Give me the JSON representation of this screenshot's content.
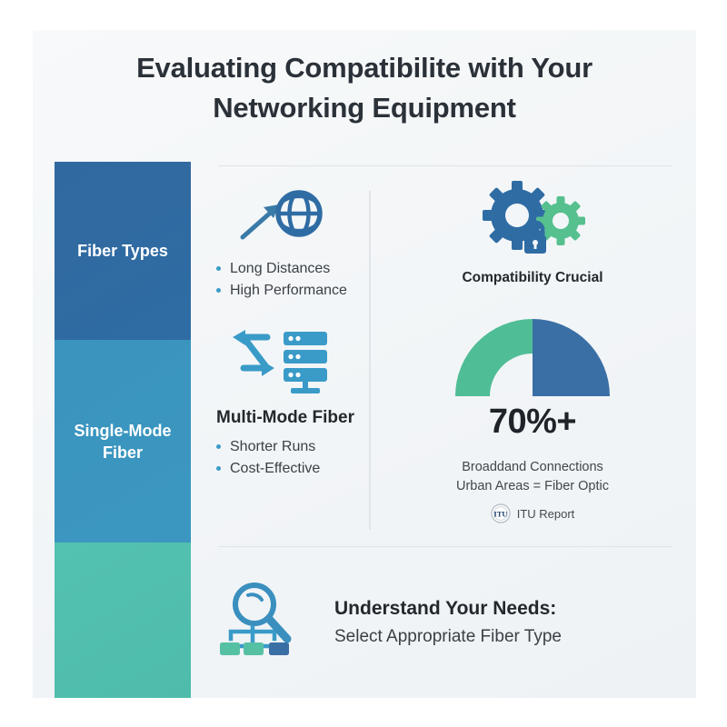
{
  "title": {
    "line1": "Evaluating Compatibilite with Your",
    "line2": "Networking Equipment"
  },
  "sidebar": {
    "blocks": [
      {
        "label": "Fiber Types",
        "color": "#30699f"
      },
      {
        "label": "Single-Mode Fiber",
        "color": "#3a94be"
      },
      {
        "label": "",
        "color": "#54c2b0"
      }
    ]
  },
  "middle": {
    "section1": {
      "icon": "globe-arrow-icon",
      "heading": "",
      "bullets": [
        "Long Distances",
        "High Performance"
      ]
    },
    "section2": {
      "icon": "server-transfer-icon",
      "heading": "Multi-Mode Fiber",
      "bullets": [
        "Shorter Runs",
        "Cost-Effective"
      ]
    }
  },
  "right": {
    "gears_icon": "gears-lock-icon",
    "compat_label": "Compatibility Crucial",
    "gauge": {
      "value_label": "70%+",
      "percent": 70,
      "arc_colors": {
        "filled": "#3a6fa5",
        "track": "#4fbd96"
      }
    },
    "caption_line1": "Broaddand Connections",
    "caption_line2": "Urban Areas = Fiber Optic",
    "source_badge": "ITU",
    "source_label": "ITU Report"
  },
  "bottom": {
    "icon": "magnifier-network-icon",
    "heading": "Understand Your Needs:",
    "subheading": "Select Appropriate Fiber Type"
  },
  "colors": {
    "deep_blue": "#30699f",
    "mid_blue": "#3a94be",
    "green": "#54c2b0",
    "gauge_blue": "#3a6fa5",
    "gauge_green": "#4fbd96",
    "card_bg": "#f3f6f8"
  }
}
